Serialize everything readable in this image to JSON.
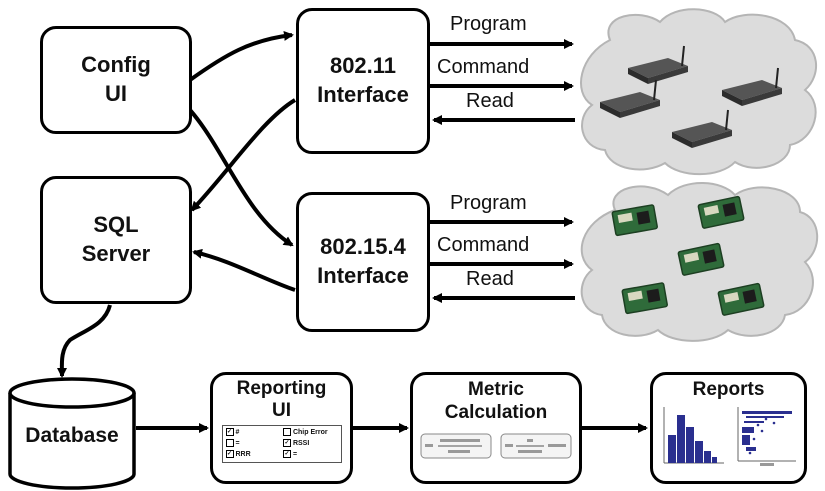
{
  "config_ui": {
    "line1": "Config",
    "line2": "UI"
  },
  "sql_server": {
    "line1": "SQL",
    "line2": "Server"
  },
  "wifi_interface": {
    "line1": "802.11",
    "line2": "Interface"
  },
  "zigbee_interface": {
    "line1": "802.15.4",
    "line2": "Interface"
  },
  "wifi_links": {
    "program": "Program",
    "command": "Command",
    "read": "Read"
  },
  "zigbee_links": {
    "program": "Program",
    "command": "Command",
    "read": "Read"
  },
  "database": {
    "label": "Database"
  },
  "reporting_ui": {
    "line1": "Reporting",
    "line2": "UI",
    "checklist": [
      {
        "label": "#",
        "checked": true
      },
      {
        "label": "Chip Error",
        "checked": false
      },
      {
        "label": "=",
        "checked": false
      },
      {
        "label": "RSSI",
        "checked": true
      },
      {
        "label": "RRR",
        "checked": true
      },
      {
        "label": "=",
        "checked": true
      }
    ]
  },
  "metric_calculation": {
    "line1": "Metric",
    "line2": "Calculation"
  },
  "reports": {
    "title": "Reports"
  },
  "colors": {
    "stroke": "#000000",
    "cloud": "#dcdcdc",
    "chart_bar": "#2a2f8f",
    "router": "#3a3a3a",
    "sensor_board": "#2f6b3a"
  },
  "icons": {
    "wifi_devices": "wireless-router-icon",
    "zigbee_devices": "sensor-node-icon"
  }
}
